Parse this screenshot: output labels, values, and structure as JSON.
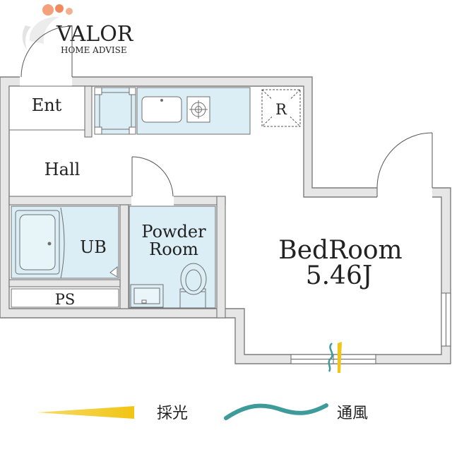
{
  "brand": {
    "name": "VALOR",
    "tagline": "HOME ADVISE"
  },
  "rooms": {
    "entrance": "Ent",
    "hall": "Hall",
    "unit_bath": "UB",
    "powder_room_line1": "Powder",
    "powder_room_line2": "Room",
    "pipe_space": "PS",
    "refrigerator": "R",
    "bedroom_name": "BedRoom",
    "bedroom_size": "5.46J"
  },
  "legend": {
    "sunlight": "採光",
    "ventilation": "通風"
  },
  "colors": {
    "fixture_fill": "#dbeef5",
    "wall_fill": "#e6e6e6",
    "sunlight": "#f1cd2c",
    "ventilation": "#3f9b9a",
    "logo_orange": "#f08a5d"
  }
}
